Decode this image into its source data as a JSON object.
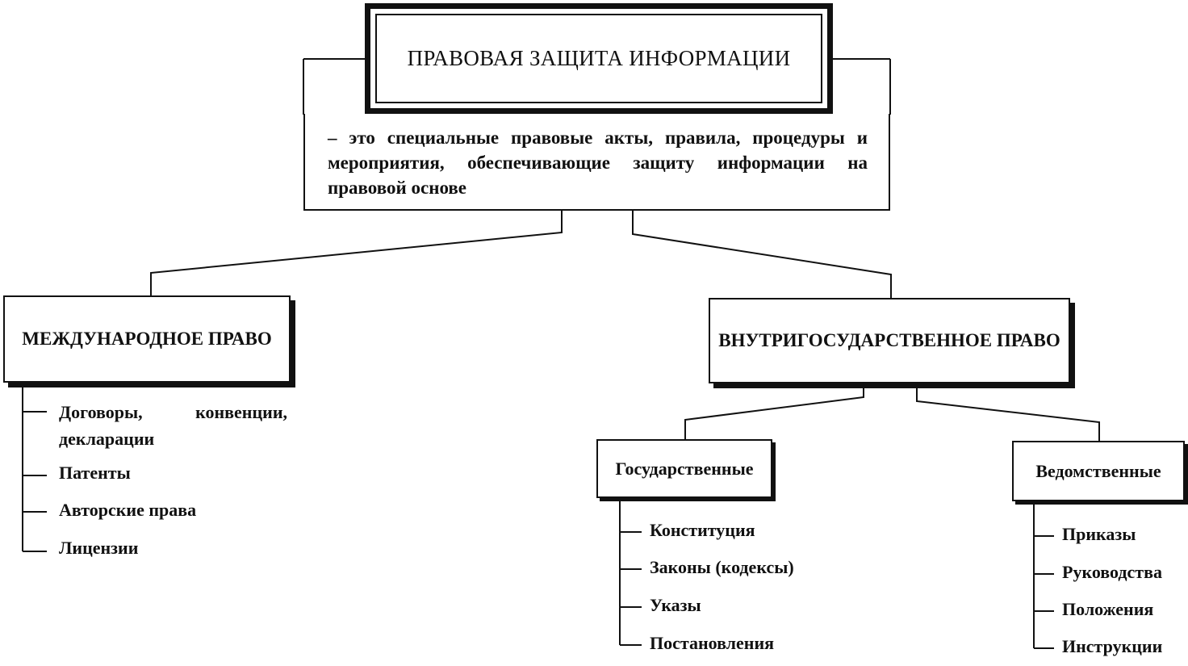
{
  "title": "ПРАВОВАЯ ЗАЩИТА ИНФОРМАЦИИ",
  "definition": "– это специальные правовые акты, правила, процедуры и мероприятия, обеспечивающие защиту информации на правовой основе",
  "international": {
    "label": "МЕЖДУНАРОДНОЕ ПРАВО",
    "items": [
      "Договоры, конвенции, декларации",
      "Патенты",
      "Авторские права",
      "Лицензии"
    ]
  },
  "domestic": {
    "label": "ВНУТРИГОСУДАРСТВЕННОЕ ПРАВО",
    "state": {
      "label": "Государственные",
      "items": [
        "Конституция",
        "Законы (кодексы)",
        "Указы",
        "Постановления"
      ]
    },
    "departmental": {
      "label": "Ведомственные",
      "items": [
        "Приказы",
        "Руководства",
        "Положения",
        "Инструкции"
      ]
    }
  }
}
